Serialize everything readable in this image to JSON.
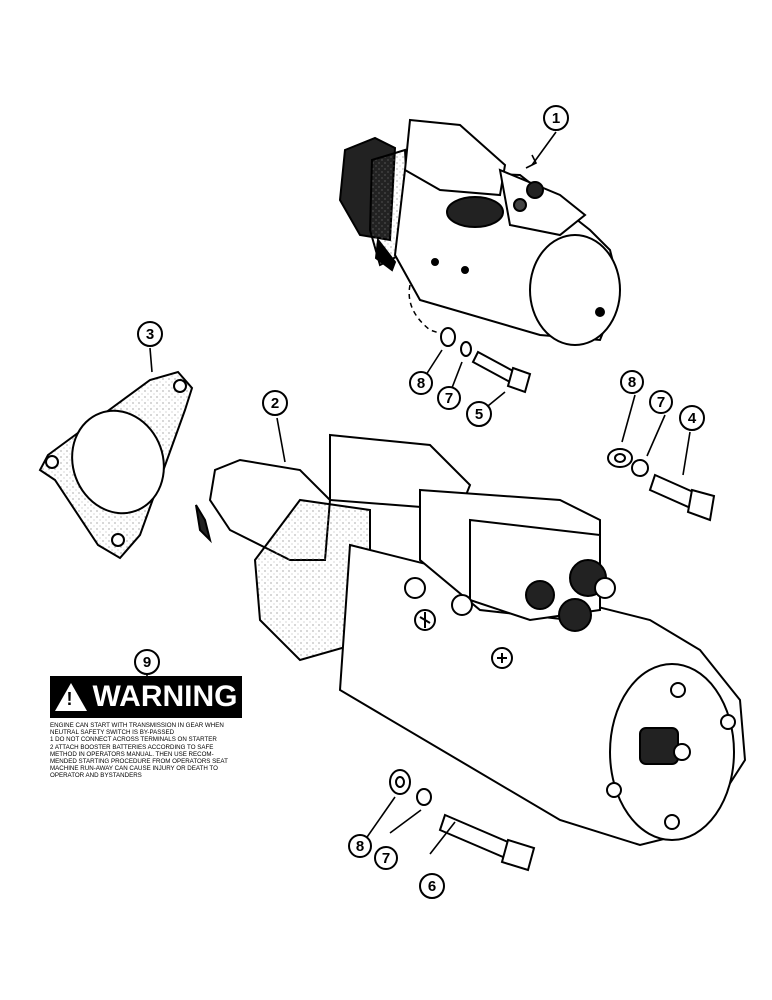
{
  "callouts": {
    "c1": "1",
    "c2": "2",
    "c3": "3",
    "c4": "4",
    "c5": "5",
    "c6": "6",
    "c7a": "7",
    "c7b": "7",
    "c7c": "7",
    "c8a": "8",
    "c8b": "8",
    "c8c": "8",
    "c9": "9"
  },
  "warning_label": {
    "heading": "WARNING",
    "lines": [
      "ENGINE CAN START WITH TRANSMISSION IN GEAR WHEN",
      "NEUTRAL SAFETY SWITCH IS BY-PASSED",
      "1 DO NOT CONNECT ACROSS TERMINALS ON STARTER",
      "2 ATTACH BOOSTER BATTERIES ACCORDING TO SAFE",
      "METHOD IN OPERATORS MANUAL. THEN USE RECOM-",
      "MENDED STARTING PROCEDURE FROM OPERATORS SEAT",
      "MACHINE RUN-AWAY CAN CAUSE INJURY OR DEATH TO",
      "OPERATOR AND BYSTANDERS"
    ]
  }
}
